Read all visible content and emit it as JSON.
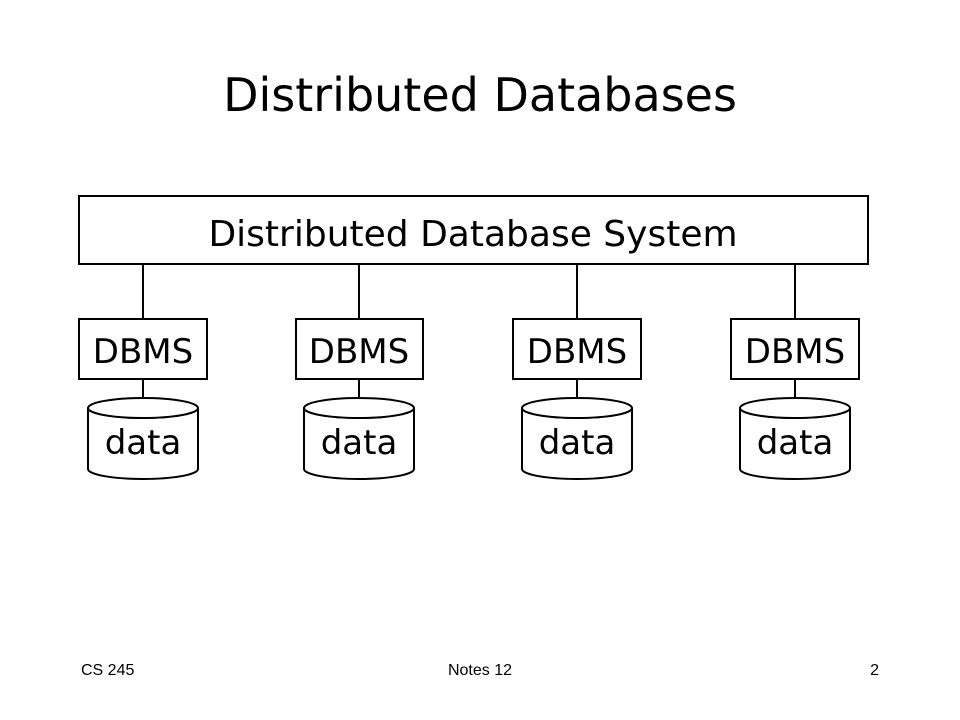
{
  "slide": {
    "title": "Distributed Databases"
  },
  "diagram": {
    "system_label": "Distributed Database System",
    "dbms_nodes": [
      {
        "dbms_label": "DBMS",
        "data_label": "data"
      },
      {
        "dbms_label": "DBMS",
        "data_label": "data"
      },
      {
        "dbms_label": "DBMS",
        "data_label": "data"
      },
      {
        "dbms_label": "DBMS",
        "data_label": "data"
      }
    ]
  },
  "footer": {
    "left": "CS 245",
    "center": "Notes 12",
    "right": "2"
  }
}
